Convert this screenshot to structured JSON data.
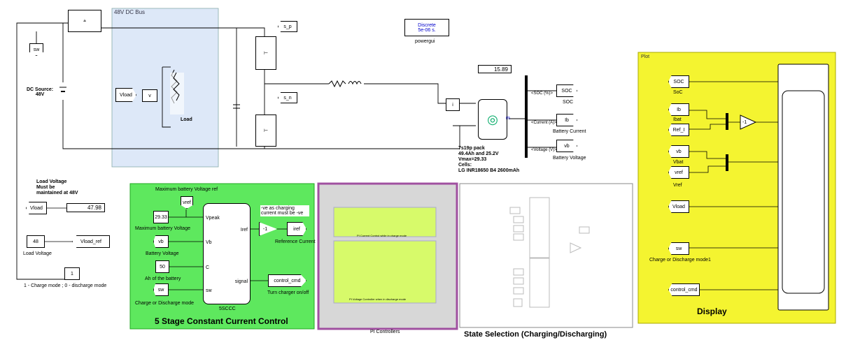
{
  "dcbus_title": "48V DC Bus",
  "sw_tag": "sw",
  "s_p_tag": "s_p",
  "s_n_tag": "s_n",
  "dc_source_label": "DC Source:\n48V",
  "vload_tag": "Vload",
  "load_label": "Load",
  "powergui": {
    "line1": "Discrete",
    "line2": "5e-06 s.",
    "label": "powergui"
  },
  "display_value": "15.89",
  "battery_info": {
    "line1": "7s19p pack",
    "line2": "49.4Ah and 25.2V",
    "line3": "Vmax=29.33",
    "line4": "Cells:",
    "line5": "LG INR18650 B4 2600mAh"
  },
  "battery_outputs": [
    {
      "port": "<SOC (%)>",
      "tag": "SOC",
      "label": "SOC"
    },
    {
      "port": "<Current (A)>",
      "tag": "Ib",
      "label": "Battery Current"
    },
    {
      "port": "<Voltage (V)>",
      "tag": "vb",
      "label": "Battery Voltage"
    }
  ],
  "batt_m_port": "m",
  "load_voltage_note": {
    "line1": "Load Voltage",
    "line2": "Must be",
    "line3": "maintained at 48V"
  },
  "vload_from": "Vload",
  "vload_display": "47.98",
  "const48": "48",
  "vload_ref_tag": "Vload_ref",
  "load_voltage_label": "Load Voltage",
  "const1": "1",
  "mode_label": "1 - Charge mode ; 0 - discharge mode",
  "green": {
    "title": "5 Stage Constant Current Control",
    "max_batt_ref": "Maximum battery Voltage ref",
    "vref_from": "vref",
    "c29": "29.33",
    "c29_label": "Maximum battery Voltage",
    "vb_from": "vb",
    "vb_label": "Battery Voltage",
    "c50": "50",
    "c50_label": "Ah of the battery",
    "sw_from": "sw",
    "sw_label": "Charge or Discharge mode",
    "ports_in": [
      "Vpeak",
      "Vb",
      "C",
      "sw"
    ],
    "ports_out": [
      "Iref",
      "signal"
    ],
    "block_name": "5SCCC",
    "note": "-ve as charging current must be -ve",
    "gain": "-1",
    "iref_tag": "iref",
    "iref_label": "Reference Current",
    "ctrl_tag": "control_cmd",
    "ctrl_label": "Turn charger on/off"
  },
  "pi": {
    "label": "PI Controllers",
    "sub1": "PI Current Control while in charge mode",
    "sub2": "PI Voltage Controller when in discharge mode"
  },
  "state_label": "State Selection (Charging/Discharging)",
  "plot": {
    "title": "Plot",
    "display": "Display",
    "soc_tag": "SOC",
    "soc_label": "SoC",
    "ib_tag": "Ib",
    "ibat_label": "Ibat",
    "refi_tag": "Ref_I",
    "gain": "-1",
    "vb_tag": "vb",
    "vbat_label": "Vbat",
    "vref_tag": "vref",
    "vref_label": "Vref",
    "vload_tag": "Vload",
    "sw_tag": "sw",
    "mode_label": "Charge or Discharge mode1",
    "ctrl_tag": "control_cmd"
  },
  "colors": {
    "dcbus_bg": "#dde8f8",
    "green_bg": "#5ee85e",
    "yellow_bg": "#f4f430",
    "pi_border": "#a050a0"
  }
}
